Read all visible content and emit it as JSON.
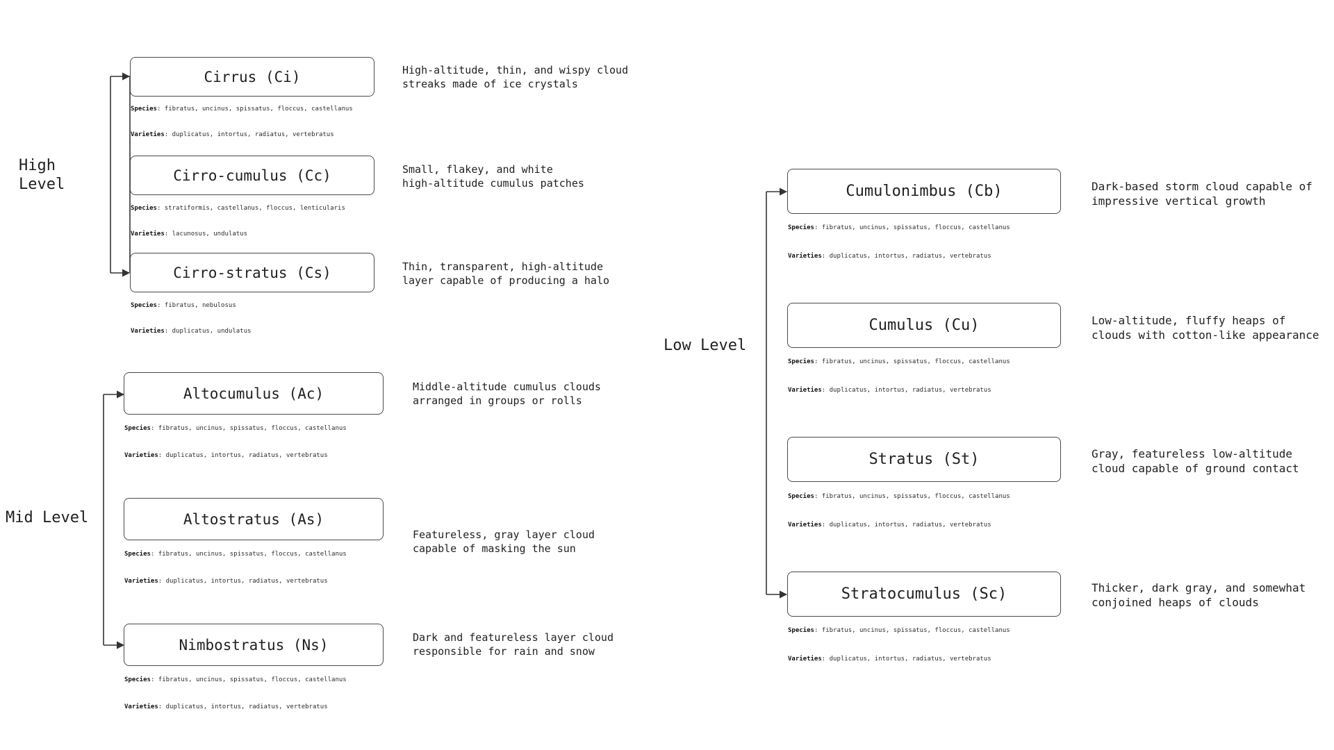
{
  "levels": {
    "high": "High\nLevel",
    "mid": "Mid Level",
    "low": "Low Level"
  },
  "labels": {
    "species": "Species",
    "varieties": "Varieties"
  },
  "clouds": {
    "high": [
      {
        "name": "Cirrus (Ci)",
        "species": "fibratus, uncinus, spissatus, floccus, castellanus",
        "varieties": "duplicatus, intortus, radiatus, vertebratus",
        "description": "High-altitude, thin, and wispy cloud streaks made of ice crystals"
      },
      {
        "name": "Cirro-cumulus (Cc)",
        "species": "stratiformis, castellanus, floccus, lenticularis",
        "varieties": "lacunosus, undulatus",
        "description": "Small, flakey, and white high-altitude cumulus patches"
      },
      {
        "name": "Cirro-stratus (Cs)",
        "species": "fibratus, nebulosus",
        "varieties": "duplicatus, undulatus",
        "description": "Thin, transparent, high-altitude layer capable of producing a halo"
      }
    ],
    "mid": [
      {
        "name": "Altocumulus (Ac)",
        "species": "fibratus, uncinus, spissatus, floccus, castellanus",
        "varieties": "duplicatus, intortus, radiatus, vertebratus",
        "description": "Middle-altitude cumulus clouds arranged in groups or rolls"
      },
      {
        "name": "Altostratus (As)",
        "species": "fibratus, uncinus, spissatus, floccus, castellanus",
        "varieties": "duplicatus, intortus, radiatus, vertebratus",
        "description": "Featureless, gray layer cloud capable of masking the sun"
      },
      {
        "name": "Nimbostratus (Ns)",
        "species": "fibratus, uncinus, spissatus, floccus, castellanus",
        "varieties": "duplicatus, intortus, radiatus, vertebratus",
        "description": "Dark and featureless layer cloud responsible for rain and snow"
      }
    ],
    "low": [
      {
        "name": "Cumulonimbus (Cb)",
        "species": "fibratus, uncinus, spissatus, floccus, castellanus",
        "varieties": "duplicatus, intortus, radiatus, vertebratus",
        "description": "Dark-based storm cloud capable of impressive vertical growth"
      },
      {
        "name": "Cumulus (Cu)",
        "species": "fibratus, uncinus, spissatus, floccus, castellanus",
        "varieties": "duplicatus, intortus, radiatus, vertebratus",
        "description": "Low-altitude, fluffy heaps of clouds with cotton-like appearance"
      },
      {
        "name": "Stratus (St)",
        "species": "fibratus, uncinus, spissatus, floccus, castellanus",
        "varieties": "duplicatus, intortus, radiatus, vertebratus",
        "description": "Gray, featureless low-altitude cloud capable of ground contact"
      },
      {
        "name": "Stratocumulus (Sc)",
        "species": "fibratus, uncinus, spissatus, floccus, castellanus",
        "varieties": "duplicatus, intortus, radiatus, vertebratus",
        "description": "Thicker, dark gray, and somewhat conjoined heaps of clouds"
      }
    ]
  }
}
